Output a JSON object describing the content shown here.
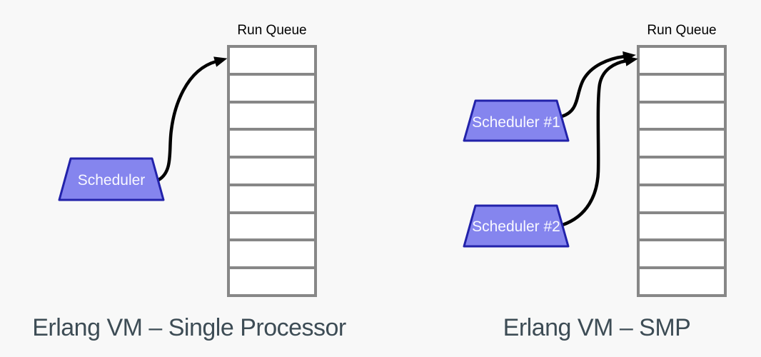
{
  "background": "#f8f8f8",
  "colors": {
    "background": "#f8f8f8",
    "trapezoid_fill": "#8585ee",
    "trapezoid_border": "#2222aa",
    "trapezoid_text": "#f8f8ff",
    "queue_border": "#878787",
    "queue_cell_fill": "#ffffff",
    "arrow": "#000000",
    "caption_text": "#3d4c55",
    "queue_label_text": "#000000"
  },
  "left_diagram": {
    "queue_label": "Run Queue",
    "queue_slots": 9,
    "schedulers": [
      {
        "label": "Scheduler"
      }
    ],
    "caption": "Erlang VM – Single Processor"
  },
  "right_diagram": {
    "queue_label": "Run Queue",
    "queue_slots": 9,
    "schedulers": [
      {
        "label": "Scheduler #1"
      },
      {
        "label": "Scheduler #2"
      }
    ],
    "caption": "Erlang VM – SMP"
  }
}
